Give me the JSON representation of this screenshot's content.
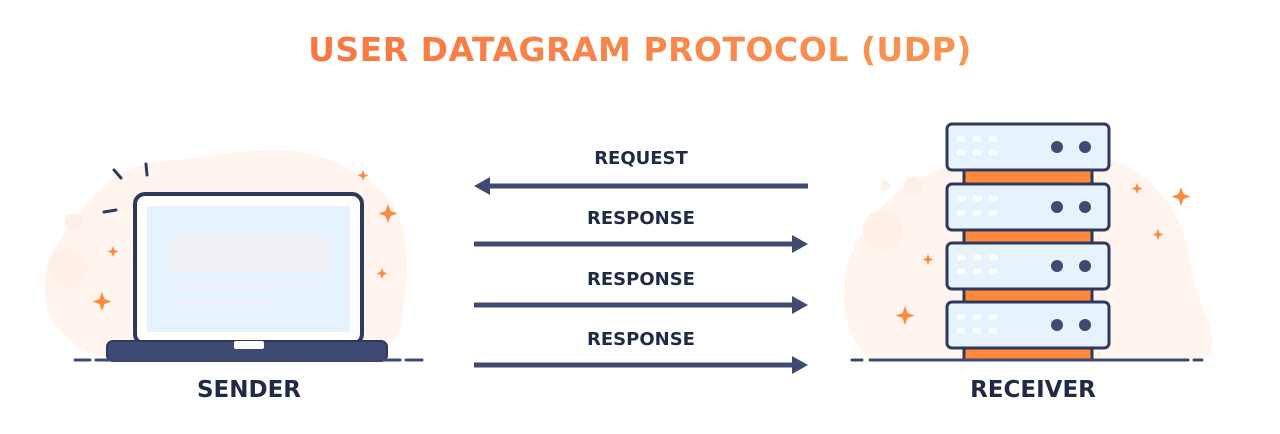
{
  "title": "USER DATAGRAM PROTOCOL (UDP)",
  "sender": {
    "label": "SENDER"
  },
  "receiver": {
    "label": "RECEIVER"
  },
  "arrows": [
    {
      "label": "REQUEST",
      "direction": "left"
    },
    {
      "label": "RESPONSE",
      "direction": "right"
    },
    {
      "label": "RESPONSE",
      "direction": "right"
    },
    {
      "label": "RESPONSE",
      "direction": "right"
    }
  ],
  "colors": {
    "title_start": "#f76a3c",
    "title_end": "#f9a25a",
    "navy": "#3f4a73",
    "outline": "#2e3a5c",
    "orange": "#ff8a3d",
    "screen": "#e6f2fc",
    "blob": "#fff3ec",
    "sparkle": "#ff8a3d"
  }
}
